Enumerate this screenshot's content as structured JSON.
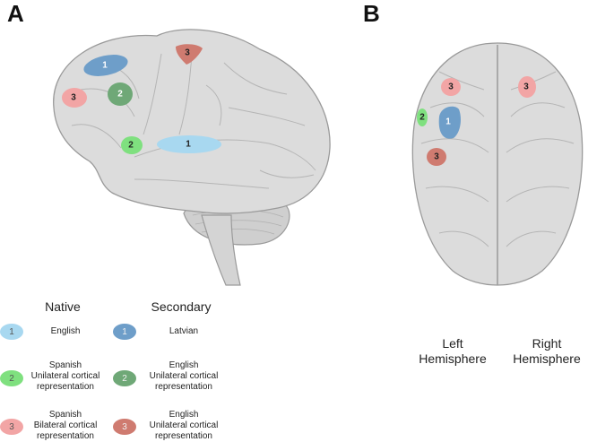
{
  "panels": {
    "a": "A",
    "b": "B"
  },
  "colors": {
    "brain_fill": "#dcdcdc",
    "brain_stroke": "#9a9a9a",
    "english_native": "#a8d8f0",
    "latvian_secondary": "#6e9ec9",
    "spanish_unilateral": "#7fe07f",
    "english_unilateral": "#6fa877",
    "spanish_bilateral": "#f2a5a5",
    "english_unilateral_red": "#cf7b70"
  },
  "brain_markers": {
    "latvian": "1",
    "english": "1",
    "spanish_uni": "2",
    "english_uni": "2",
    "spanish_bi": "3",
    "english_uni_red": "3"
  },
  "legend": {
    "native_title": "Native",
    "secondary_title": "Secondary",
    "native": [
      {
        "num": "1",
        "text": "English"
      },
      {
        "num": "2",
        "text": "Spanish\nUnilateral cortical\nrepresentation"
      },
      {
        "num": "3",
        "text": "Spanish\nBilateral cortical\nrepresentation"
      }
    ],
    "secondary": [
      {
        "num": "1",
        "text": "Latvian"
      },
      {
        "num": "2",
        "text": "English\nUnilateral cortical\nrepresentation"
      },
      {
        "num": "3",
        "text": "English\nUnilateral cortical\nrepresentation"
      }
    ]
  },
  "hemispheres": {
    "left": "Left\nHemisphere",
    "right": "Right\nHemisphere"
  }
}
